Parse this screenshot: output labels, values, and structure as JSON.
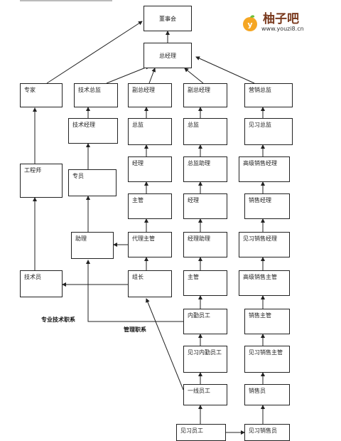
{
  "logo": {
    "brand": "柚子吧",
    "url": "www.youzi8.cn",
    "badge_letter": "y"
  },
  "nodes": {
    "board": "董事会",
    "gm": "总经理",
    "expert": "专家",
    "tech_director": "技术总监",
    "deputy_gm_1": "副总经理",
    "deputy_gm_2": "副总经理",
    "marketing_director": "营销总监",
    "tech_manager": "技术经理",
    "director_1": "总监",
    "director_2": "总监",
    "trainee_director": "见习总监",
    "engineer": "工程师",
    "specialist": "专员",
    "manager_1": "经理",
    "director_assistant": "总监助理",
    "senior_sales_manager": "高级销售经理",
    "supervisor_1": "主管",
    "manager_2": "经理",
    "sales_manager": "销售经理",
    "assistant": "助理",
    "acting_supervisor": "代理主管",
    "manager_assistant": "经理助理",
    "trainee_sales_manager": "见习销售经理",
    "technician": "技术员",
    "team_leader": "组长",
    "supervisor_2": "主管",
    "senior_sales_supervisor": "高级销售主管",
    "internal_staff": "内勤员工",
    "sales_supervisor": "销售主管",
    "trainee_internal_staff": "见习内勤员工",
    "trainee_sales_supervisor": "见习销售主管",
    "frontline_staff": "一线员工",
    "salesperson": "销售员",
    "trainee_staff": "见习员工",
    "trainee_salesperson": "见习销售员"
  },
  "labels": {
    "professional_track": "专业技术职系",
    "management_track": "管理职系"
  }
}
